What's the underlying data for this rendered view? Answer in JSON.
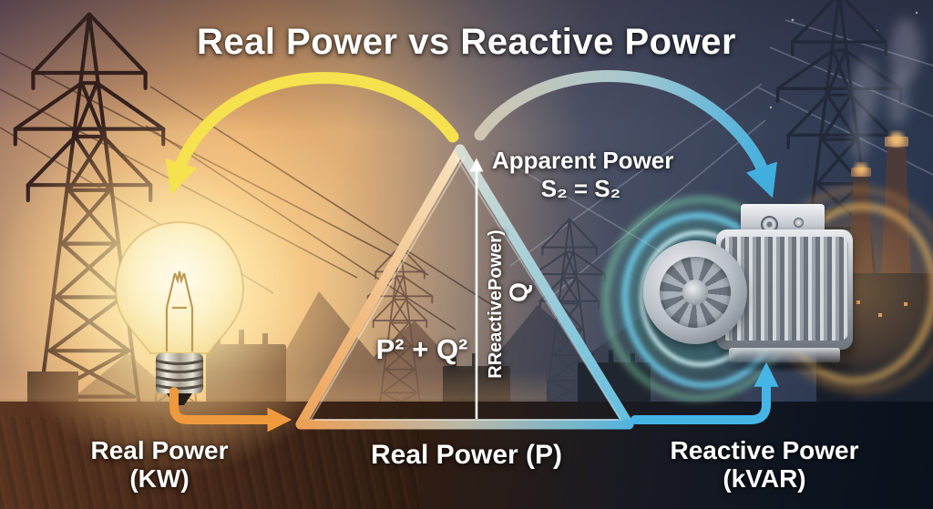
{
  "title": "Real Power vs Reactive Power",
  "labels": {
    "apparent_power": "Apparent Power",
    "apparent_formula": "S₂ = S₂",
    "reactive_axis": "RReactivePower)",
    "reactive_symbol": "Q",
    "pythagorean_formula": "P² + Q²",
    "triangle_base": "Real Power (P)",
    "real_power_line1": "Real Power",
    "real_power_line2": "(KW)",
    "reactive_power_line1": "Reactive Power",
    "reactive_power_line2": "(kVAR)"
  },
  "colors": {
    "yellow_arrow": "#f6e14e",
    "cyan_arrow": "#41aede",
    "orange_arrow": "#f09a3e",
    "blue_arrow": "#45b5e8",
    "triangle_warm": "#eda45c",
    "triangle_cool": "#6fc3e3",
    "altitude_line": "#ffffff",
    "label_text": "#ffffff"
  }
}
